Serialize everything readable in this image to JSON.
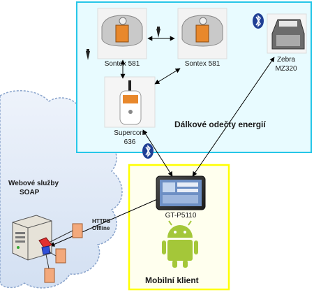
{
  "remote_box": {
    "title": "Dálkové odečty energií",
    "border_color": "#26c6e8",
    "fill_color": "#e8fbff"
  },
  "mobile_box": {
    "title": "Mobilní klient",
    "border_color": "#ffff00",
    "fill_color": "#ffffee"
  },
  "cloud": {
    "title_line1": "Webové služby",
    "title_line2": "SOAP",
    "fill_color": "#dde8f6",
    "border_color": "#7f9cc5"
  },
  "devices": {
    "sontex_left": "Sontex 581",
    "sontex_right": "Sontex 581",
    "supercom_line1": "Supercom",
    "supercom_line2": "636",
    "zebra_line1": "Zebra",
    "zebra_line2": "MZ320",
    "tablet": "GT-P5110"
  },
  "link": {
    "https_line1": "HTTPS",
    "https_line2": "Offline"
  },
  "icons": {
    "bluetooth": "bluetooth-icon",
    "antenna": "antenna-icon",
    "android": "android-icon",
    "server": "server-icon",
    "firewall": "firewall-icon"
  },
  "colors": {
    "bluetooth_badge": "#1f3f95",
    "android_green": "#a4c739",
    "firewall_brick": "#f3a97c"
  }
}
